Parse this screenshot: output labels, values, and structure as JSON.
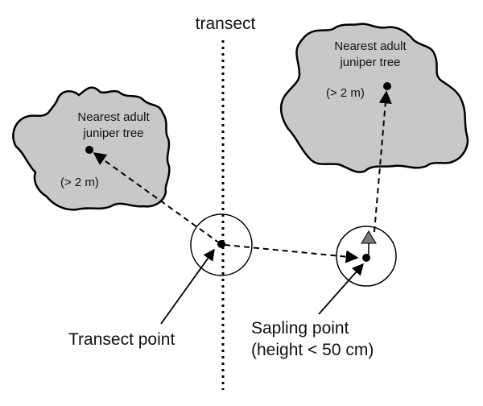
{
  "labels": {
    "transect": "transect",
    "left_tree_line1": "Nearest adult",
    "left_tree_line2": "juniper tree",
    "left_tree_height": "(> 2 m)",
    "right_tree_line1": "Nearest adult",
    "right_tree_line2": "juniper tree",
    "right_tree_height": "(> 2 m)",
    "transect_point": "Transect point",
    "sapling_point_line1": "Sapling point",
    "sapling_point_line2": "(height < 50 cm)"
  },
  "colors": {
    "tree_fill": "#c8c8c8",
    "outline": "#000000",
    "sapling_fill": "#7a7a7a"
  }
}
